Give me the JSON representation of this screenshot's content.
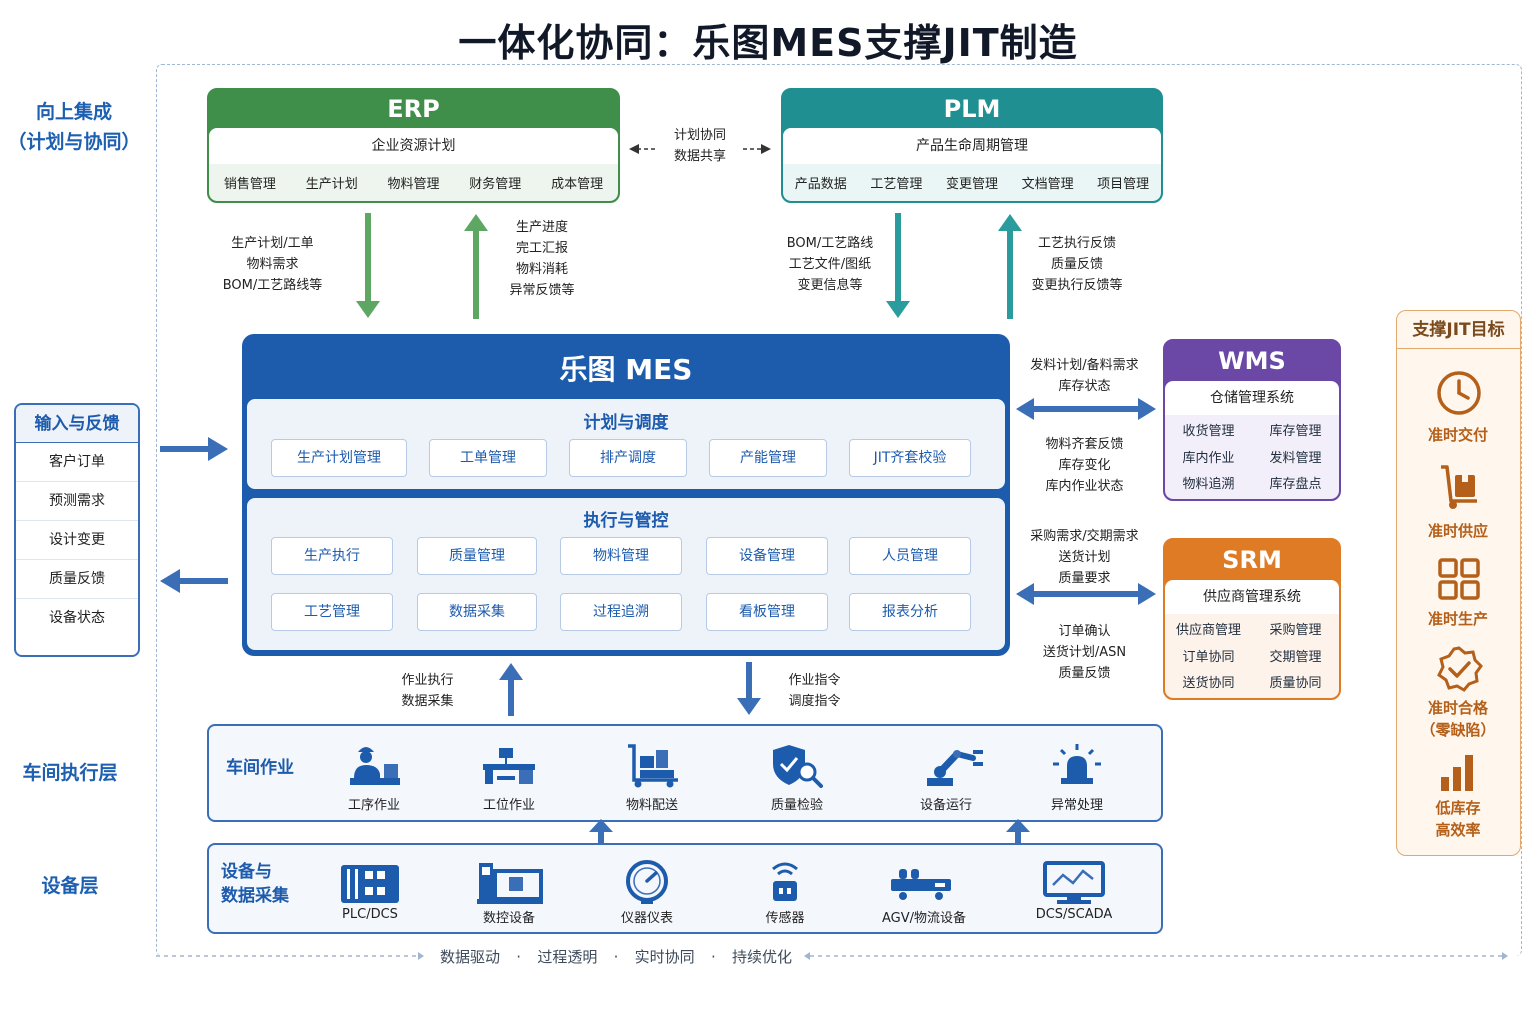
{
  "title": "一体化协同：乐图MES支撑JIT制造",
  "layers": {
    "upper": "向上集成\n（计划与协同）",
    "shop": "车间执行层",
    "device": "设备层"
  },
  "erp": {
    "name": "ERP",
    "subtitle": "企业资源计划",
    "items": [
      "销售管理",
      "生产计划",
      "物料管理",
      "财务管理",
      "成本管理"
    ]
  },
  "plm": {
    "name": "PLM",
    "subtitle": "产品生命周期管理",
    "items": [
      "产品数据",
      "工艺管理",
      "变更管理",
      "文档管理",
      "项目管理"
    ]
  },
  "erp_plm_link": "计划协同\n数据共享",
  "erp_down": "生产计划/工单\n物料需求\nBOM/工艺路线等",
  "erp_up": "生产进度\n完工汇报\n物料消耗\n异常反馈等",
  "plm_down": "BOM/工艺路线\n工艺文件/图纸\n变更信息等",
  "plm_up": "工艺执行反馈\n质量反馈\n变更执行反馈等",
  "mes": {
    "name": "乐图 MES",
    "plan_title": "计划与调度",
    "plan_items": [
      "生产计划管理",
      "工单管理",
      "排产调度",
      "产能管理",
      "JIT齐套校验"
    ],
    "exec_title": "执行与管控",
    "exec_row1": [
      "生产执行",
      "质量管理",
      "物料管理",
      "设备管理",
      "人员管理"
    ],
    "exec_row2": [
      "工艺管理",
      "数据采集",
      "过程追溯",
      "看板管理",
      "报表分析"
    ]
  },
  "input": {
    "title": "输入与反馈",
    "items": [
      "客户订单",
      "预测需求",
      "设计变更",
      "质量反馈",
      "设备状态"
    ]
  },
  "wms": {
    "name": "WMS",
    "subtitle": "仓储管理系统",
    "items": [
      "收货管理",
      "库存管理",
      "库内作业",
      "发料管理",
      "物料追溯",
      "库存盘点"
    ],
    "to": "发料计划/备料需求\n库存状态",
    "from": "物料齐套反馈\n库存变化\n库内作业状态"
  },
  "srm": {
    "name": "SRM",
    "subtitle": "供应商管理系统",
    "items": [
      "供应商管理",
      "采购管理",
      "订单协同",
      "交期管理",
      "送货协同",
      "质量协同"
    ],
    "to": "采购需求/交期需求\n送货计划\n质量要求",
    "from": "订单确认\n送货计划/ASN\n质量反馈"
  },
  "jit": {
    "title": "支撑JIT目标",
    "goals": [
      {
        "icon": "clock-icon",
        "label": "准时交付"
      },
      {
        "icon": "hand-truck-icon",
        "label": "准时供应"
      },
      {
        "icon": "grid-icon",
        "label": "准时生产"
      },
      {
        "icon": "quality-badge-icon",
        "label": "准时合格\n（零缺陷）"
      },
      {
        "icon": "bar-chart-icon",
        "label": "低库存\n高效率"
      }
    ]
  },
  "mes_floor_up": "作业执行\n数据采集",
  "mes_floor_down": "作业指令\n调度指令",
  "floor": {
    "title": "车间作业",
    "items": [
      {
        "icon": "worker-icon",
        "label": "工序作业"
      },
      {
        "icon": "workstation-icon",
        "label": "工位作业"
      },
      {
        "icon": "cart-icon",
        "label": "物料配送"
      },
      {
        "icon": "shield-search-icon",
        "label": "质量检验"
      },
      {
        "icon": "robot-arm-icon",
        "label": "设备运行"
      },
      {
        "icon": "alarm-icon",
        "label": "异常处理"
      }
    ]
  },
  "device": {
    "title": "设备与\n数据采集",
    "items": [
      {
        "icon": "plc-icon",
        "label": "PLC/DCS"
      },
      {
        "icon": "cnc-icon",
        "label": "数控设备"
      },
      {
        "icon": "gauge-icon",
        "label": "仪器仪表"
      },
      {
        "icon": "sensor-icon",
        "label": "传感器"
      },
      {
        "icon": "agv-icon",
        "label": "AGV/物流设备"
      },
      {
        "icon": "scada-icon",
        "label": "DCS/SCADA"
      }
    ]
  },
  "footer": [
    "数据驱动",
    "过程透明",
    "实时协同",
    "持续优化"
  ],
  "colors": {
    "erp": "#3f8f4a",
    "plm": "#1f8f91",
    "mes": "#1d5bad",
    "wms": "#6b47a6",
    "srm": "#e07b25",
    "jit": "#b4601a"
  }
}
